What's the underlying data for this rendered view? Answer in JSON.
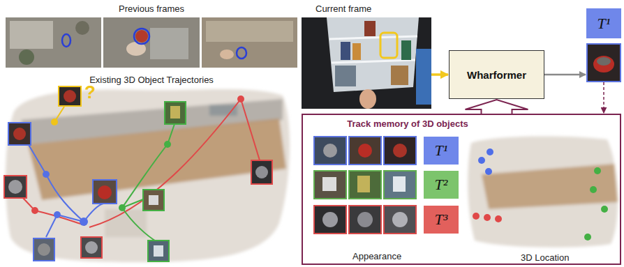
{
  "diagram": {
    "nodes": [
      {
        "text": [
          "Previous frames"
        ]
      },
      {
        "text": [
          "Current frame"
        ]
      },
      {
        "text": [
          "Wharformer"
        ]
      },
      {
        "text": [
          "T¹"
        ]
      },
      {
        "text": [
          "Existing 3D Object Trajectories"
        ]
      },
      {
        "text": [
          "Track memory of 3D objects"
        ]
      },
      {
        "text": [
          "T¹"
        ],
        "in": 5
      },
      {
        "text": [
          "T²"
        ],
        "in": 5
      },
      {
        "text": [
          "T³"
        ],
        "in": 5
      }
    ],
    "edges": [
      {
        "from": 1,
        "to": 2,
        "arrow": "to"
      },
      {
        "from": 2,
        "to": 3,
        "arrow": "to"
      },
      {
        "from": 3,
        "to": 5,
        "arrow": "to"
      },
      {
        "from": 5,
        "to": 2,
        "arrow": "to"
      }
    ],
    "labels": [
      "?",
      "Appearance",
      "3D Location"
    ]
  }
}
